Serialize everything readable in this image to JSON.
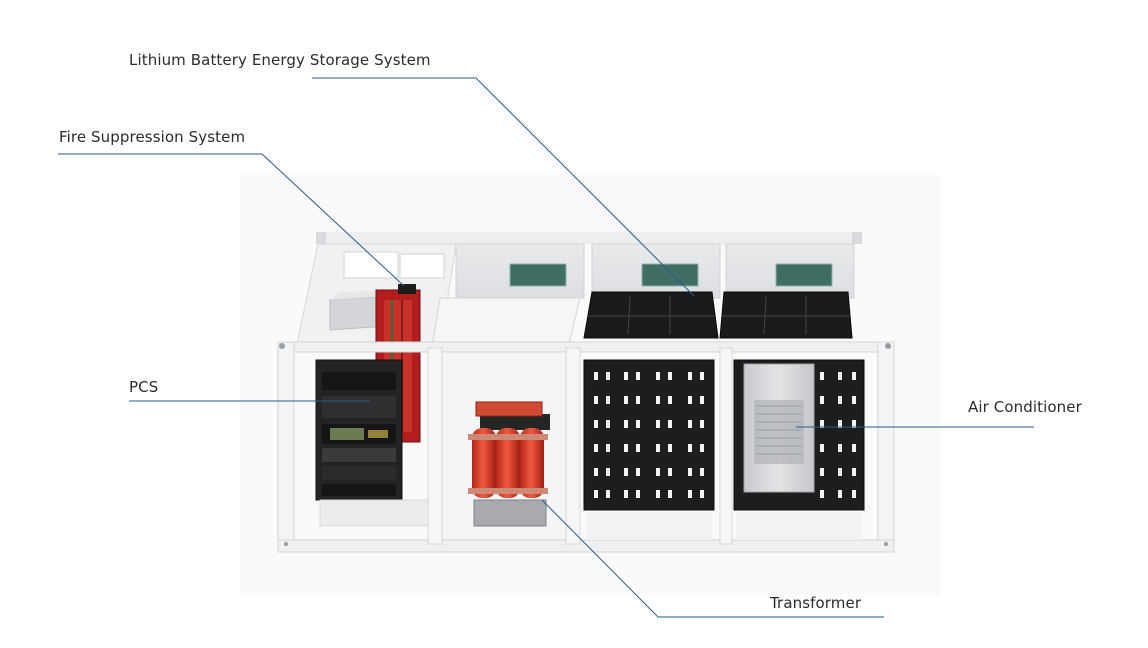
{
  "callouts": {
    "lithium_battery": "Lithium Battery Energy Storage System",
    "fire_suppression": "Fire Suppression System",
    "pcs": "PCS",
    "air_conditioner": "Air Conditioner",
    "transformer": "Transformer"
  },
  "colors": {
    "leader_line": "#2a5a86",
    "container_frame": "#f1f1f3",
    "container_wall": "#e7e8ea",
    "battery_rack": "#1c1c1e",
    "transformer_coil": "#e2412a",
    "fire_cabinet": "#b31d1d"
  }
}
